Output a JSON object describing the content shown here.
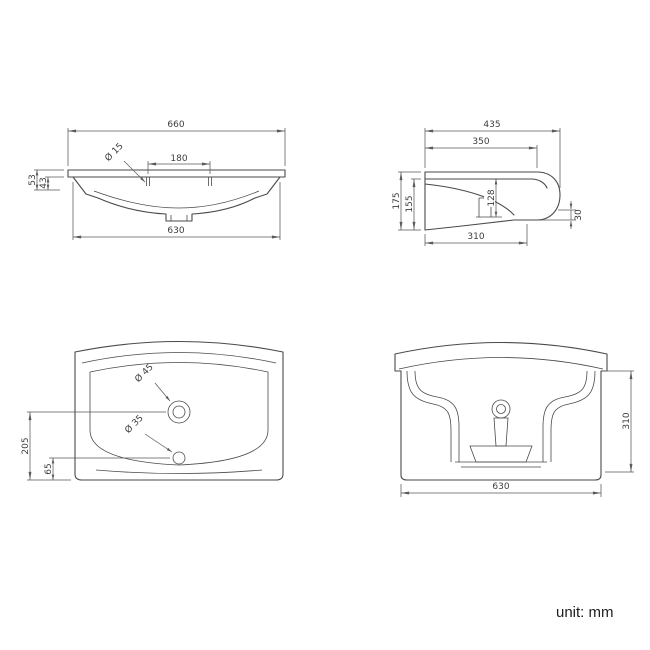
{
  "unit_label": "unit: mm",
  "colors": {
    "part_line": "#4a4a4a",
    "dimension_line": "#5a5a5a",
    "text": "#3d3d3d"
  },
  "views": {
    "front_section": {
      "dims": {
        "overall_width": "660",
        "faucet_hole_dia": "Ø 15",
        "hole_spacing": "180",
        "rim_edge_height": "53",
        "rim_underside_height": "43",
        "bottom_width": "630"
      }
    },
    "side_section": {
      "dims": {
        "overall_depth": "435",
        "deck_depth": "350",
        "overall_height": "175",
        "inner_height": "155",
        "drain_height": "128",
        "bottom_depth": "310",
        "front_lip_height": "30"
      }
    },
    "plan": {
      "dims": {
        "faucet_hole_dia": "Ø 45",
        "drain_hole_dia": "Ø 35",
        "faucet_center_from_front": "205",
        "drain_center_from_front": "65"
      }
    },
    "front_elevation": {
      "dims": {
        "side_height": "310",
        "body_width": "630"
      }
    }
  }
}
